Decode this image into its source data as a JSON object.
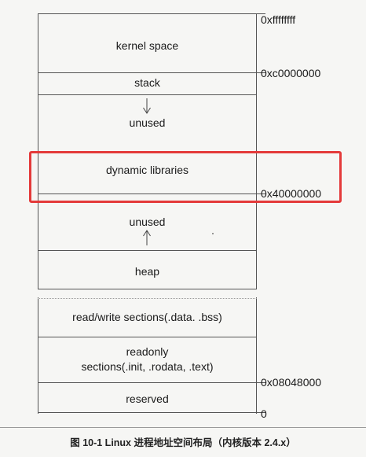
{
  "regions": {
    "kernel_space": "kernel space",
    "stack": "stack",
    "unused_top": "unused",
    "dynamic_libraries": "dynamic libraries",
    "unused_bottom": "unused",
    "heap": "heap",
    "read_write": "read/write sections(.data. .bss)",
    "readonly_line1": "readonly",
    "readonly_line2": "sections(.init, .rodata, .text)",
    "reserved": "reserved"
  },
  "addresses": {
    "top": "0xffffffff",
    "kernel_boundary": "0xc0000000",
    "libraries_boundary": "0x40000000",
    "program_start": "0x08048000",
    "zero": "0"
  },
  "caption": "图 10-1   Linux 进程地址空间布局（内核版本 2.4.x）",
  "colors": {
    "highlight": "#e43a3a",
    "lines": "#555555"
  }
}
